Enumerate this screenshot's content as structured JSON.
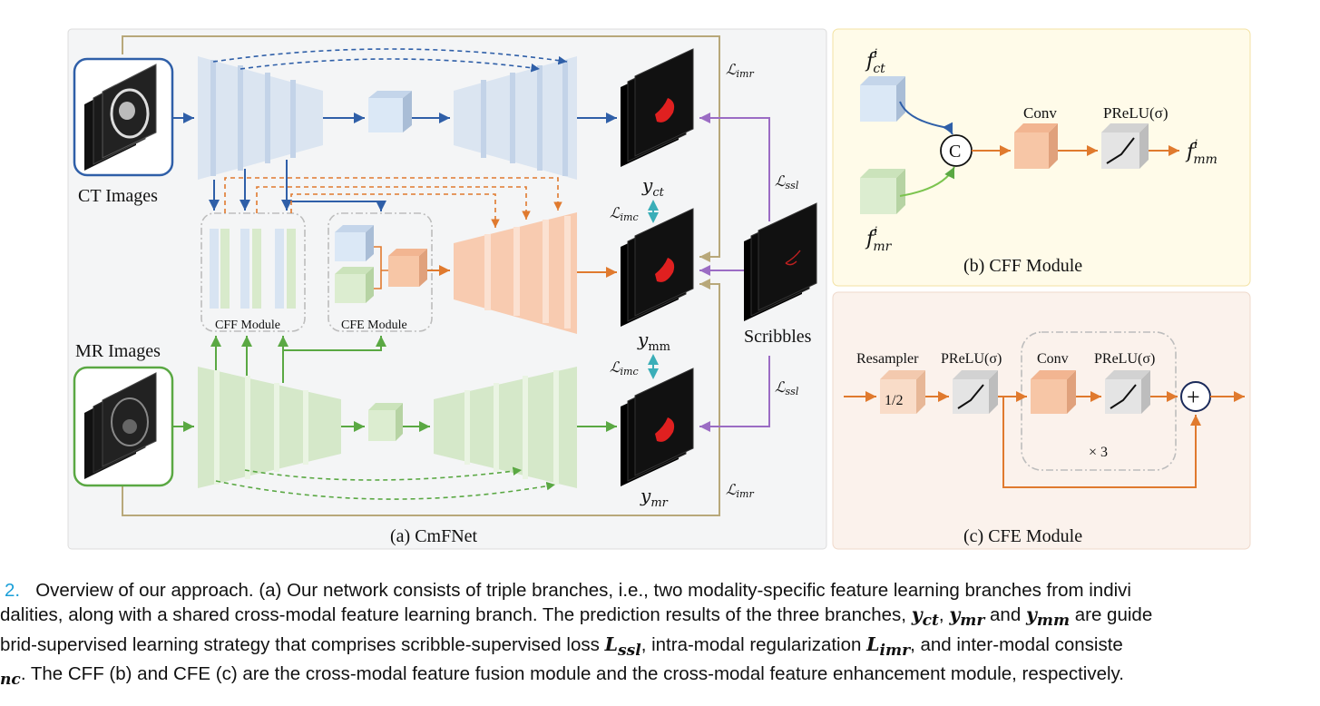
{
  "panels": {
    "a_caption": "(a) CmFNet",
    "b_caption": "(b)  CFF Module",
    "c_caption": "(c)  CFE Module"
  },
  "inputs": {
    "ct": "CT Images",
    "mr": "MR Images",
    "scribbles": "Scribbles"
  },
  "modules": {
    "cff": "CFF Module",
    "cfe": "CFE Module"
  },
  "outputs": {
    "y_ct": "y",
    "y_ct_sub": "ct",
    "y_mm": "y",
    "y_mm_sub": "mm",
    "y_mr": "y",
    "y_mr_sub": "mr"
  },
  "losses": {
    "imr_top": "imr",
    "imr_bottom": "imr",
    "ssl_top": "ssl",
    "ssl_bottom": "ssl",
    "imc_top": "imc",
    "imc_bottom": "imc",
    "script": "ℒ"
  },
  "cff_detail": {
    "f_ct": "f",
    "f_ct_sub": "ct",
    "f_ct_sup": "i",
    "f_mr": "f",
    "f_mr_sub": "mr",
    "f_mr_sup": "i",
    "f_mm": "f",
    "f_mm_sub": "mm",
    "f_mm_sup": "i",
    "concat": "C",
    "conv": "Conv",
    "prelu": "PReLU(σ)"
  },
  "cfe_detail": {
    "resampler": "Resampler",
    "resample_factor": "1/2",
    "prelu1": "PReLU(σ)",
    "conv": "Conv",
    "prelu2": "PReLU(σ)",
    "repeat": "× 3",
    "plus": "+"
  },
  "caption": {
    "fig": "2.",
    "line1": "Overview of our approach. (a) Our network consists of triple branches, i.e., two modality-specific feature learning branches from indivi",
    "line2a": "dalities, along with a shared cross-modal feature learning branch. The prediction results of the three branches,",
    "line2_y1": "y",
    "line2_y1s": "ct",
    "line2_y2": "y",
    "line2_y2s": "mr",
    "line2_and": "and",
    "line2_y3": "y",
    "line2_y3s": "mm",
    "line2b": "are guide",
    "line3a": "brid-supervised learning strategy that comprises scribble-supervised loss",
    "line3_L1": "L",
    "line3_L1s": "ssl",
    "line3_mid": ", intra-modal regularization",
    "line3_L2": "L",
    "line3_L2s": "imr",
    "line3b": ", and inter-modal consiste",
    "line4_sub": "nc",
    "line4": ". The CFF (b) and CFE (c) are the cross-modal feature fusion module and the cross-modal feature enhancement module, respectively."
  },
  "colors": {
    "ct_blue": "#2f5fa8",
    "mr_green": "#5aa843",
    "fuse_orange": "#e07a2e",
    "scribble_purple": "#9b6cc4",
    "imc_teal": "#3aaeb8",
    "imr_tan": "#b8a87a"
  }
}
